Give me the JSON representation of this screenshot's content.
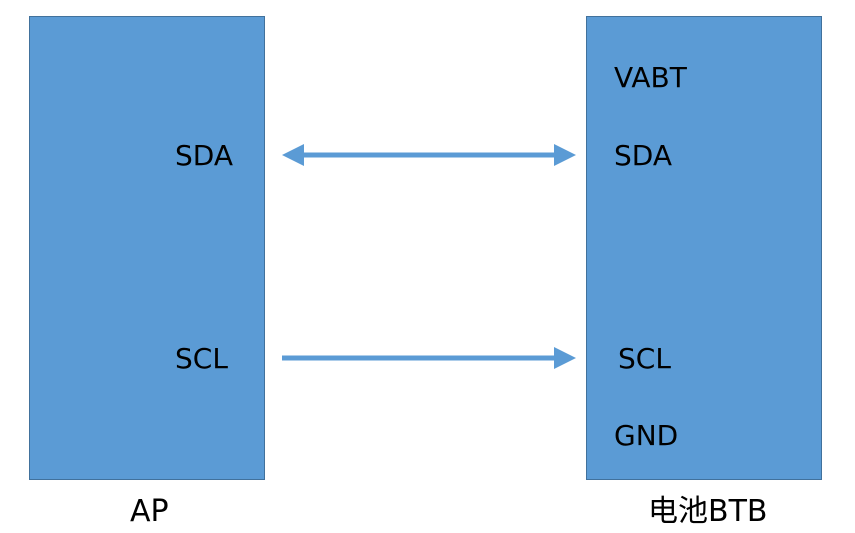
{
  "colors": {
    "block_fill": "#5b9bd5",
    "block_border": "#41719c",
    "arrow": "#5b9bd5",
    "text": "#000000"
  },
  "left_block": {
    "caption": "AP",
    "pins": {
      "sda": "SDA",
      "scl": "SCL"
    }
  },
  "right_block": {
    "caption": "电池BTB",
    "pins": {
      "vabt": "VABT",
      "sda": "SDA",
      "scl": "SCL",
      "gnd": "GND"
    }
  },
  "connections": [
    {
      "from": "SDA",
      "to": "SDA",
      "direction": "bidirectional"
    },
    {
      "from": "SCL",
      "to": "SCL",
      "direction": "left-to-right"
    }
  ]
}
